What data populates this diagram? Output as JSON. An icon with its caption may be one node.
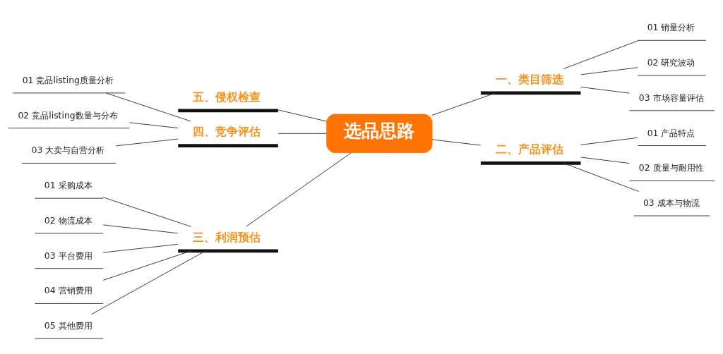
{
  "diagram": {
    "nodes": [
      {
        "text": [
          "选品思路"
        ]
      },
      {
        "text": [
          "一、类目筛选"
        ]
      },
      {
        "text": [
          "01 销量分析"
        ]
      },
      {
        "text": [
          "02 研究波动"
        ]
      },
      {
        "text": [
          "03 市场容量评估"
        ]
      },
      {
        "text": [
          "二、产品评估"
        ]
      },
      {
        "text": [
          "01 产品特点"
        ]
      },
      {
        "text": [
          "02 质量与耐用性"
        ]
      },
      {
        "text": [
          "03 成本与物流"
        ]
      },
      {
        "text": [
          "三、利润预估"
        ]
      },
      {
        "text": [
          "01 采购成本"
        ]
      },
      {
        "text": [
          "02 物流成本"
        ]
      },
      {
        "text": [
          "03 平台费用"
        ]
      },
      {
        "text": [
          "04 营销费用"
        ]
      },
      {
        "text": [
          "05 其他费用"
        ]
      },
      {
        "text": [
          "四、竞争评估"
        ]
      },
      {
        "text": [
          "01 竞品listing质量分析"
        ]
      },
      {
        "text": [
          "02 竞品listing数量与分布"
        ]
      },
      {
        "text": [
          "03 大卖与自营分析"
        ]
      },
      {
        "text": [
          "五、侵权检查"
        ]
      }
    ],
    "edges": [
      {
        "from": 0,
        "to": 1,
        "arrow": "none"
      },
      {
        "from": 1,
        "to": 2,
        "arrow": "none"
      },
      {
        "from": 1,
        "to": 3,
        "arrow": "none"
      },
      {
        "from": 1,
        "to": 4,
        "arrow": "none"
      },
      {
        "from": 0,
        "to": 5,
        "arrow": "none"
      },
      {
        "from": 5,
        "to": 6,
        "arrow": "none"
      },
      {
        "from": 5,
        "to": 7,
        "arrow": "none"
      },
      {
        "from": 5,
        "to": 8,
        "arrow": "none"
      },
      {
        "from": 9,
        "to": 0,
        "arrow": "none"
      },
      {
        "from": 10,
        "to": 9,
        "arrow": "none"
      },
      {
        "from": 11,
        "to": 9,
        "arrow": "none"
      },
      {
        "from": 12,
        "to": 9,
        "arrow": "none"
      },
      {
        "from": 13,
        "to": 9,
        "arrow": "none"
      },
      {
        "from": 14,
        "to": 9,
        "arrow": "none"
      },
      {
        "from": 15,
        "to": 0,
        "arrow": "none"
      },
      {
        "from": 16,
        "to": 15,
        "arrow": "none"
      },
      {
        "from": 17,
        "to": 15,
        "arrow": "none"
      },
      {
        "from": 18,
        "to": 15,
        "arrow": "none"
      },
      {
        "from": 19,
        "to": 0,
        "arrow": "none"
      }
    ]
  }
}
